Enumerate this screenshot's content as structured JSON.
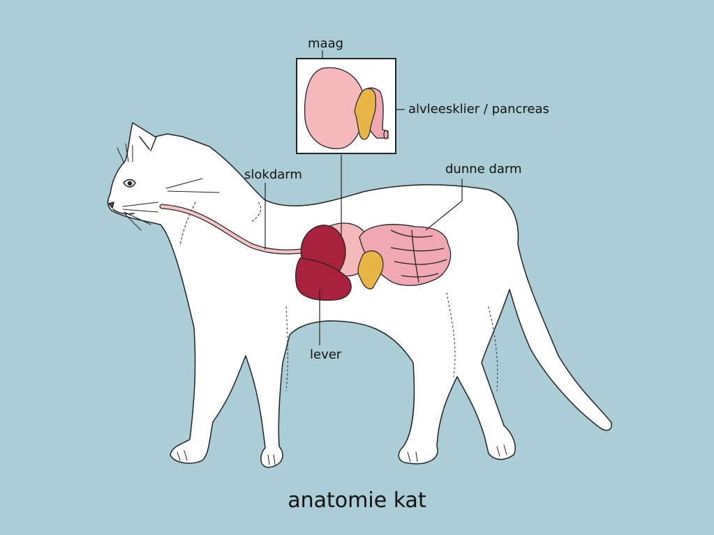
{
  "title": "anatomie kat",
  "labels": {
    "stomach": "maag",
    "pancreas": "alvleesklier / pancreas",
    "esophagus": "slokdarm",
    "small_intestine": "dunne darm",
    "liver": "lever"
  },
  "icons": {
    "cat": "cat-body-illustration",
    "inset": "stomach-pancreas-inset"
  },
  "colors": {
    "background": "#aacdd6",
    "body": "#ffffff",
    "outline": "#222222",
    "stomach": "#f3b9bd",
    "intestine": "#f0a9b2",
    "liver": "#a8223e",
    "pancreas": "#e8b547",
    "esophagus": "#f2c4c8"
  }
}
